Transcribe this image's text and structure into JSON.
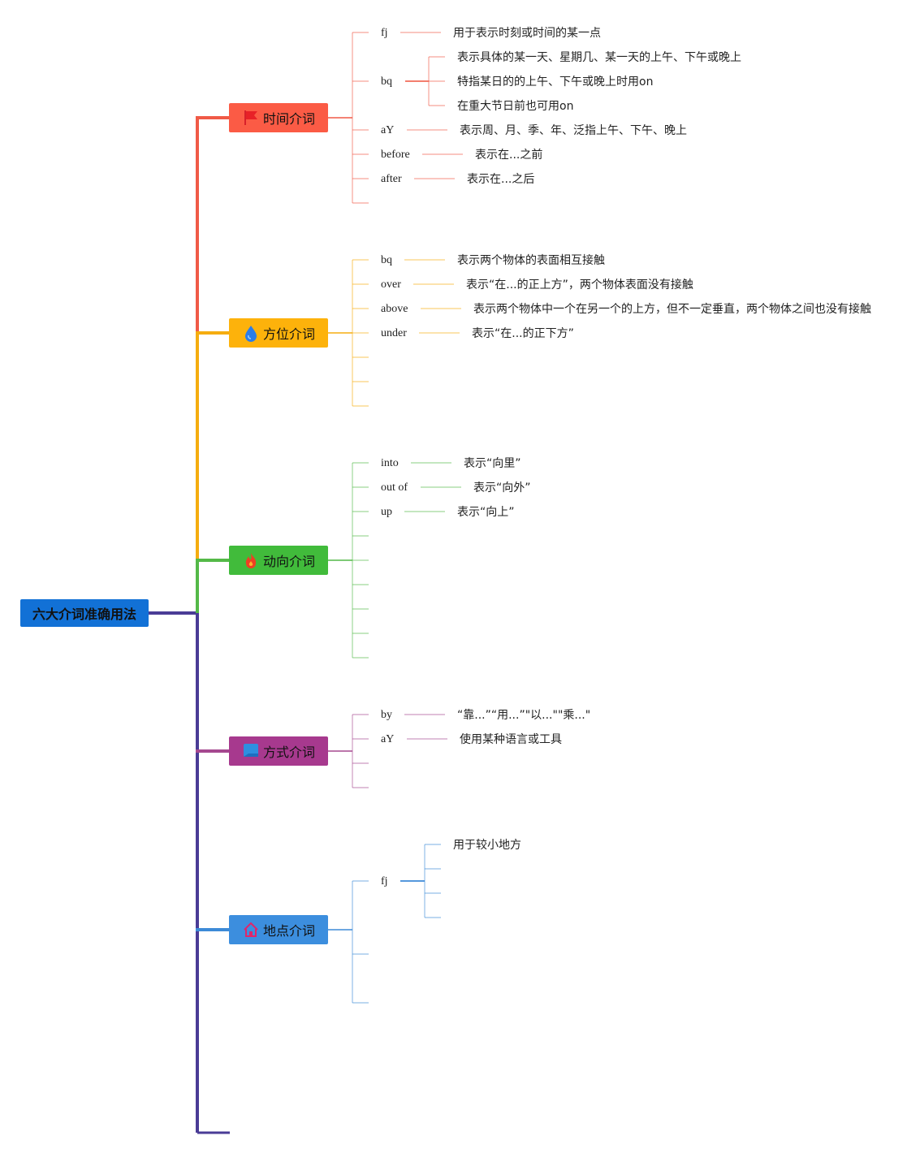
{
  "root": {
    "title": "六大介词准确用法"
  },
  "categories": [
    {
      "title": "时间介词",
      "icon": "flag-icon",
      "color": "#f05a47",
      "fill": "#fb5b45",
      "items": [
        {
          "label": "fj",
          "descs": [
            "用于表示时刻或时间的某一点"
          ]
        },
        {
          "label": "bq",
          "descs": [
            "表示具体的某一天、星期几、某一天的上午、下午或晚上",
            "特指某日的的上午、下午或晚上时用on",
            "在重大节日前也可用on"
          ]
        },
        {
          "label": "aY",
          "descs": [
            "表示周、月、季、年、泛指上午、下午、晚上"
          ]
        },
        {
          "label": "before",
          "descs": [
            "表示在...之前"
          ]
        },
        {
          "label": "after",
          "descs": [
            "表示在...之后"
          ]
        }
      ]
    },
    {
      "title": "方位介词",
      "icon": "water-drop-icon",
      "color": "#f5ad10",
      "fill": "#fdb20b",
      "items": [
        {
          "label": "bq",
          "descs": [
            "表示两个物体的表面相互接触"
          ]
        },
        {
          "label": "over",
          "descs": [
            "表示“在...的正上方”，两个物体表面没有接触"
          ]
        },
        {
          "label": "above",
          "descs": [
            "表示两个物体中一个在另一个的上方，但不一定垂直，两个物体之间也没有接触"
          ]
        },
        {
          "label": "under",
          "descs": [
            "表示“在...的正下方”"
          ]
        }
      ]
    },
    {
      "title": "动向介词",
      "icon": "fire-icon",
      "color": "#54b948",
      "fill": "#41bb3b",
      "items": [
        {
          "label": "into",
          "descs": [
            "表示“向里”"
          ]
        },
        {
          "label": "out of",
          "descs": [
            "表示“向外”"
          ]
        },
        {
          "label": "up",
          "descs": [
            "表示“向上”"
          ]
        }
      ]
    },
    {
      "title": "方式介词",
      "icon": "blue-flag-icon",
      "color": "#a5488f",
      "fill": "#a7398e",
      "items": [
        {
          "label": "by",
          "descs": [
            "“靠...”“用...”\"以...\"\"乘...\""
          ]
        },
        {
          "label": "aY",
          "descs": [
            "使用某种语言或工具"
          ]
        }
      ]
    },
    {
      "title": "地点介词",
      "icon": "home-icon",
      "color": "#3d8ad7",
      "fill": "#3c8ede",
      "items": [
        {
          "label": "fj",
          "descs": [
            "用于较小地方"
          ]
        }
      ]
    }
  ],
  "colors": {
    "root": "#1271d6",
    "trunk": "#4a3c96"
  }
}
